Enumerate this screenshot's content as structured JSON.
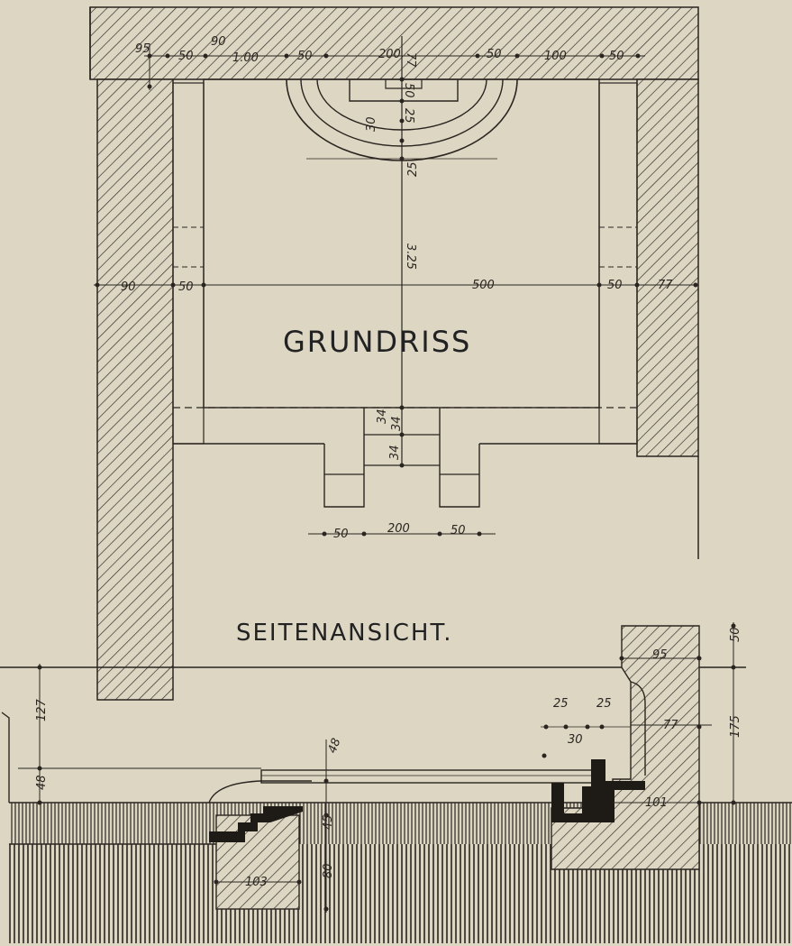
{
  "titles": {
    "plan": "GRUNDRISS",
    "elevation": "SEITENANSICHT."
  },
  "plan_dims": {
    "top_95": "95",
    "top_50a": "50",
    "top_90": "90",
    "top_100a": "1.00",
    "top_50b": "50",
    "top_200": "200",
    "top_50c": "50",
    "top_100b": "100",
    "top_50d": "50",
    "top_77": "77",
    "apse_50": "50",
    "apse_25a": "25",
    "apse_30": "30",
    "apse_25b": "25",
    "center_325": "3.25",
    "left_90": "90",
    "left_50": "50",
    "mid_500": "500",
    "right_50": "50",
    "right_77": "77",
    "step_34a": "34",
    "step_34b": "34",
    "step_34c": "34",
    "bottom_50a": "50",
    "bottom_200": "200",
    "bottom_50b": "50"
  },
  "elevation_dims": {
    "d_127": "127",
    "d_48a": "48",
    "d_48b": "48",
    "d_45": "45",
    "d_80": "80",
    "d_103": "103",
    "d_95": "95",
    "d_50": "50",
    "d_175": "175",
    "d_77": "77",
    "d_101": "101",
    "d_25a": "25",
    "d_30": "30",
    "d_25b": "25"
  }
}
